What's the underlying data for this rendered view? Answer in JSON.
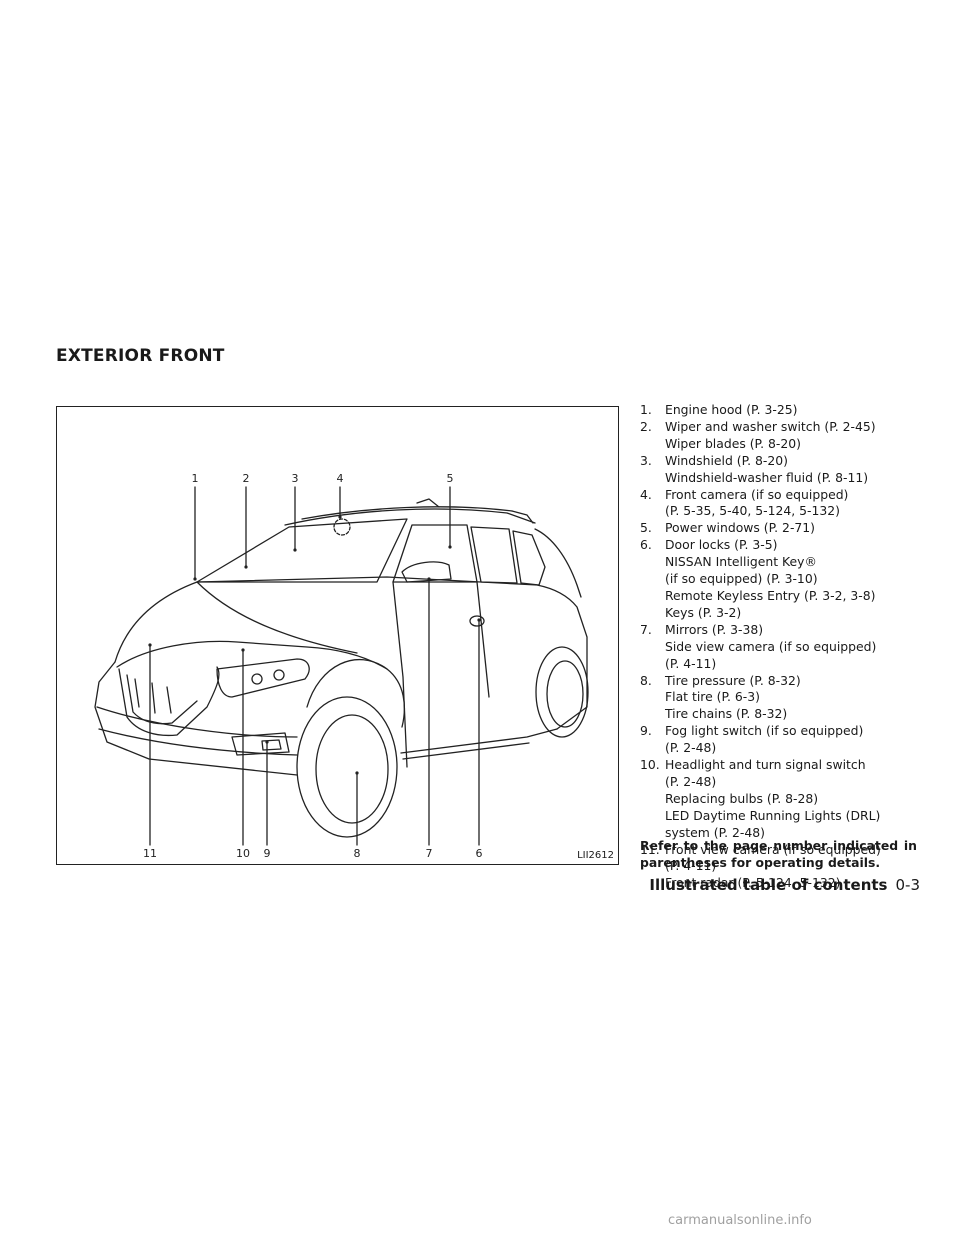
{
  "section_title": "EXTERIOR FRONT",
  "figure": {
    "id": "LII2612",
    "callouts_top": [
      "1",
      "2",
      "3",
      "4",
      "5"
    ],
    "callouts_bottom": [
      "11",
      "10",
      "9",
      "8",
      "7",
      "6"
    ]
  },
  "items": [
    {
      "num": "1.",
      "lines": [
        "Engine hood (P. 3-25)"
      ]
    },
    {
      "num": "2.",
      "lines": [
        "Wiper and washer switch (P. 2-45)",
        "Wiper blades (P. 8-20)"
      ]
    },
    {
      "num": "3.",
      "lines": [
        "Windshield (P. 8-20)",
        "Windshield-washer fluid (P. 8-11)"
      ]
    },
    {
      "num": "4.",
      "lines": [
        "Front camera (if so equipped)",
        "(P. 5-35, 5-40, 5-124, 5-132)"
      ]
    },
    {
      "num": "5.",
      "lines": [
        "Power windows (P. 2-71)"
      ]
    },
    {
      "num": "6.",
      "lines": [
        "Door locks (P. 3-5)",
        "NISSAN Intelligent Key®",
        "(if so equipped) (P. 3-10)",
        "Remote Keyless Entry (P. 3-2, 3-8)",
        "Keys (P. 3-2)"
      ]
    },
    {
      "num": "7.",
      "lines": [
        "Mirrors (P. 3-38)",
        "Side view camera (if so equipped)",
        "(P. 4-11)"
      ]
    },
    {
      "num": "8.",
      "lines": [
        "Tire pressure (P. 8-32)",
        "Flat tire (P. 6-3)",
        "Tire chains (P. 8-32)"
      ]
    },
    {
      "num": "9.",
      "lines": [
        "Fog light switch (if so equipped)",
        "(P. 2-48)"
      ]
    },
    {
      "num": "10.",
      "lines": [
        "Headlight and turn signal switch",
        "(P. 2-48)",
        "Replacing bulbs (P. 8-28)",
        "LED Daytime Running Lights (DRL)",
        "system (P. 2-48)"
      ]
    },
    {
      "num": "11.",
      "lines": [
        "Front view camera (if so equipped)",
        "(P. 4-11)",
        "Front radar (P. 5-124, 5-132)"
      ]
    }
  ],
  "note": "Refer to the page number indicated in parentheses for operating details.",
  "footer": {
    "title": "Illustrated table of contents",
    "page": "0-3"
  },
  "watermark": "carmanualsonline.info"
}
